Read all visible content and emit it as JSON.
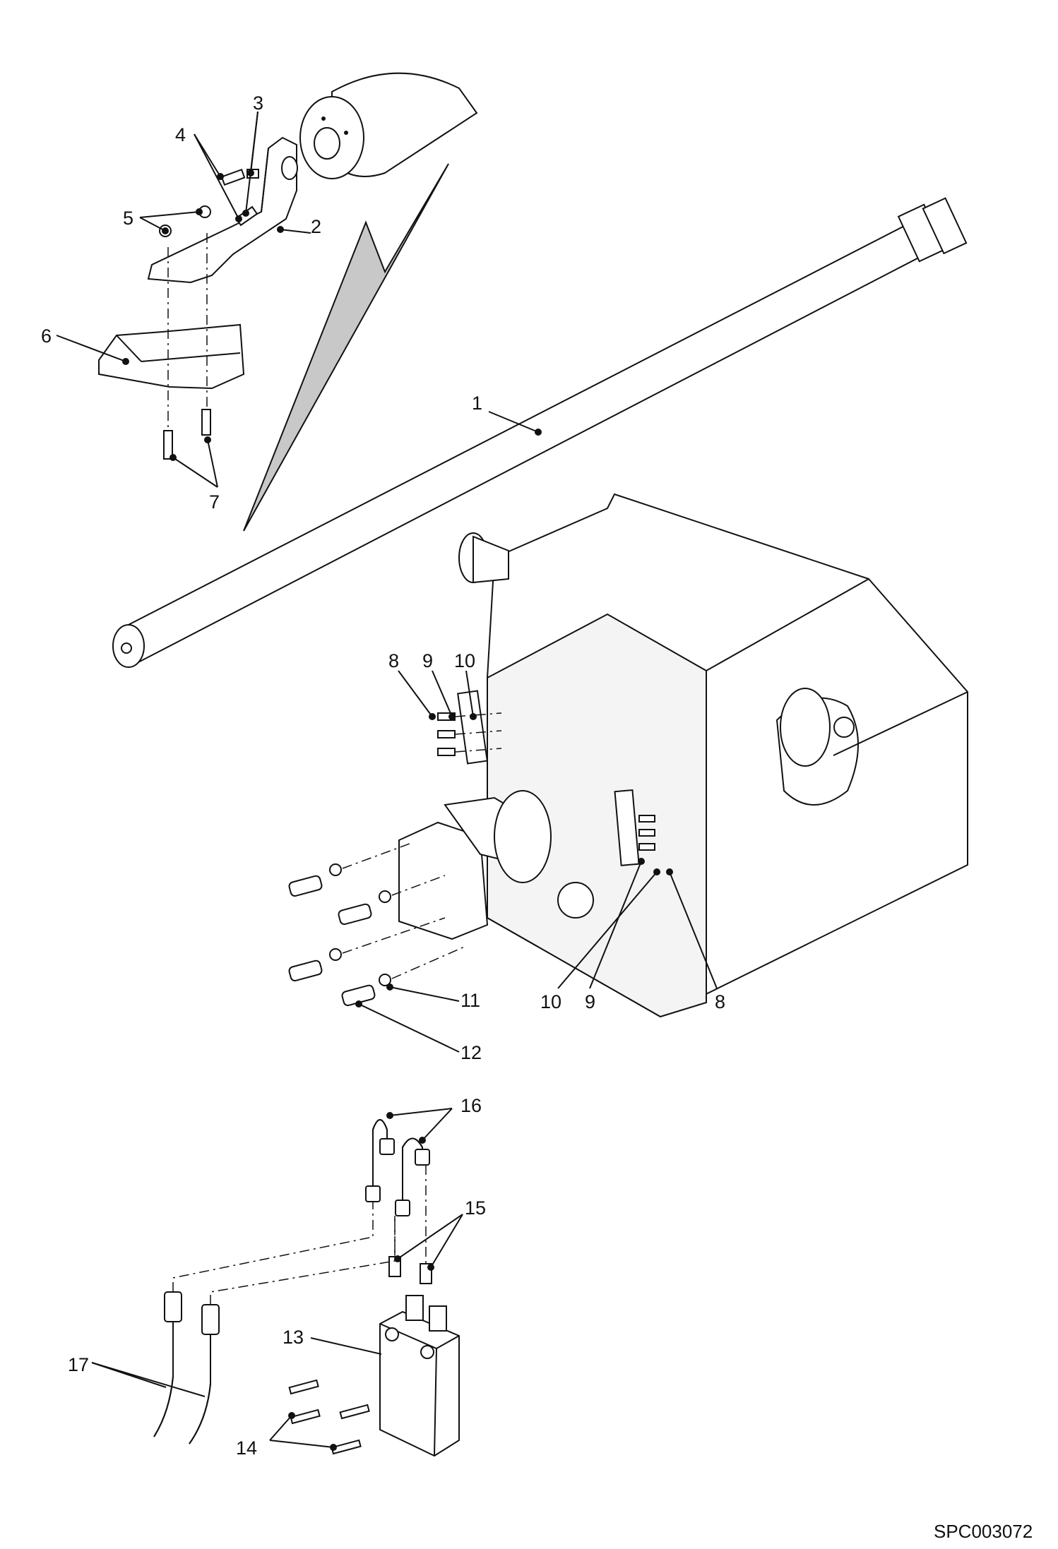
{
  "drawing_code": "SPC003072",
  "callouts": [
    "1",
    "2",
    "3",
    "4",
    "5",
    "6",
    "7",
    "8",
    "9",
    "10",
    "11",
    "12",
    "13",
    "14",
    "15",
    "16",
    "17"
  ]
}
